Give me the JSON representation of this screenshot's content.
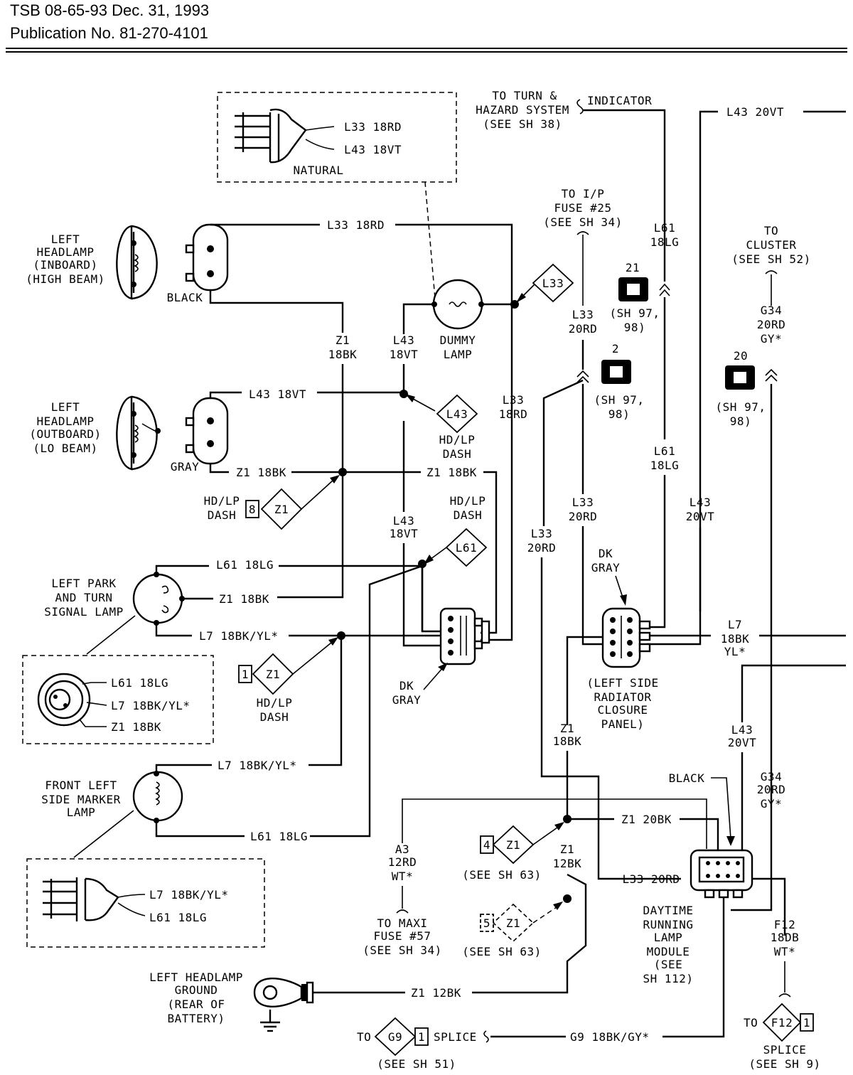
{
  "header": {
    "line1": "TSB 08-65-93 Dec. 31, 1993",
    "line2": "Publication No. 81-270-4101"
  },
  "labels": {
    "natural_l33": "L33 18RD",
    "natural_l43": "L43 18VT",
    "natural": "NATURAL",
    "turn_1": "TO TURN &",
    "turn_2": "HAZARD SYSTEM",
    "turn_3": "(SEE SH 38)",
    "indicator": "INDICATOR",
    "l43_20vt_top": "L43 20VT",
    "fuse25_1": "TO I/P",
    "fuse25_2": "FUSE #25",
    "fuse25_3": "(SEE SH 34)",
    "l61_a": "L61",
    "l61_b": "18LG",
    "cluster_1": "TO",
    "cluster_2": "CLUSTER",
    "cluster_3": "(SEE SH 52)",
    "lh_in_1": "LEFT",
    "lh_in_2": "HEADLAMP",
    "lh_in_3": "(INBOARD)",
    "lh_in_4": "(HIGH BEAM)",
    "black1": "BLACK",
    "l33_18rd_top": "L33 18RD",
    "diamond_l33": "L33",
    "c21_num": "21",
    "c21_ref1": "(SH 97,",
    "c21_ref2": "98)",
    "l33_a": "L33",
    "l33_20rd": "20RD",
    "g34": "G34",
    "g34_20rd": "20RD",
    "g34_gy": "GY*",
    "z1": "Z1",
    "z1_18bk": "18BK",
    "l43_a": "L43",
    "l43_18vt": "18VT",
    "dummy_1": "DUMMY",
    "dummy_2": "LAMP",
    "c2_num": "2",
    "c2_ref1": "(SH 97,",
    "c2_ref2": "98)",
    "c20_num": "20",
    "c20_ref1": "(SH 97,",
    "c20_ref2": "98)",
    "lh_out_1": "LEFT",
    "lh_out_2": "HEADLAMP",
    "lh_out_3": "(OUTBOARD)",
    "lh_out_4": "(LO BEAM)",
    "l43_18vt_wire": "L43 18VT",
    "diamond_l43": "L43",
    "hdlp_1": "HD/LP",
    "hdlp_2": "DASH",
    "l33_b": "L33",
    "l33_18rd": "18RD",
    "gray": "GRAY",
    "z1_18bk_wire": "Z1 18BK",
    "z1_18bk_wire2": "Z1 18BK",
    "l61_c": "L61",
    "l61_d": "18LG",
    "l33_c": "L33",
    "l33_20rd_c": "20RD",
    "l43_b": "L43",
    "l43_20vt": "20VT",
    "hdlp_3": "HD/LP",
    "hdlp_4": "DASH",
    "diamond_8": "8",
    "diamond_z1": "Z1",
    "hdlp_5": "HD/LP",
    "hdlp_6": "DASH",
    "l43_c": "L43",
    "l43_18vt_c": "18VT",
    "diamond_l61": "L61",
    "l33_d": "L33",
    "l33_20rd_d": "20RD",
    "dk_gray_1": "DK",
    "dk_gray_2": "GRAY",
    "park_1": "LEFT PARK",
    "park_2": "AND TURN",
    "park_3": "SIGNAL LAMP",
    "l61_18lg_wire": "L61 18LG",
    "z1_18bk_wire3": "Z1 18BK",
    "l7_wire": "L7 18BK/YL*",
    "l7_a": "L7",
    "l7_b": "18BK",
    "l7_c": "YL*",
    "inset_l61": "L61 18LG",
    "inset_l7": "L7 18BK/YL*",
    "inset_z1": "Z1 18BK",
    "diamond_1": "1",
    "diamond_z1b": "Z1",
    "hdlp_7": "HD/LP",
    "hdlp_8": "DASH",
    "dk_gray_3": "DK",
    "dk_gray_4": "GRAY",
    "rad_1": "(LEFT SIDE",
    "rad_2": "RADIATOR",
    "rad_3": "CLOSURE",
    "rad_4": "PANEL)",
    "z1_e": "Z1",
    "z1_18bk_e": "18BK",
    "l43_d": "L43",
    "l43_20vt_d": "20VT",
    "black2": "BLACK",
    "g34_b": "G34",
    "g34_20rd_b": "20RD",
    "g34_gy_b": "GY*",
    "marker_1": "FRONT LEFT",
    "marker_2": "SIDE MARKER",
    "marker_3": "LAMP",
    "l7_wire2": "L7 18BK/YL*",
    "l61_18lg_wire2": "L61 18LG",
    "a3_1": "A3",
    "a3_2": "12RD",
    "a3_3": "WT*",
    "z1_20bk": "Z1 20BK",
    "diamond_4": "4",
    "diamond_z1c": "Z1",
    "see_sh63": "(SEE SH 63)",
    "z1_f": "Z1",
    "z1_12bk": "12BK",
    "l33_20rd_wire": "L33 20RD",
    "inset2_l7": "L7 18BK/YL*",
    "inset2_l61": "L61 18LG",
    "maxi_1": "TO MAXI",
    "maxi_2": "FUSE #57",
    "maxi_3": "(SEE SH 34)",
    "diamond_5": "5",
    "diamond_z1d": "Z1",
    "see_sh63b": "(SEE SH 63)",
    "drl_1": "DAYTIME",
    "drl_2": "RUNNING",
    "drl_3": "LAMP",
    "drl_4": "MODULE",
    "drl_5": "(SEE",
    "drl_6": "SH 112)",
    "f12_1": "F12",
    "f12_2": "18DB",
    "f12_3": "WT*",
    "gnd_1": "LEFT HEADLAMP",
    "gnd_2": "GROUND",
    "gnd_3": "(REAR OF",
    "gnd_4": "BATTERY)",
    "z1_12bk_wire": "Z1 12BK",
    "to_g9": "TO",
    "diamond_g9": "G9",
    "diamond_g9_num": "1",
    "splice": "SPLICE",
    "g9_wire": "G9 18BK/GY*",
    "see_sh51": "(SEE SH 51)",
    "to_f12": "TO",
    "diamond_f12": "F12",
    "diamond_f12_num": "1",
    "splice_2": "SPLICE",
    "see_sh9": "(SEE SH 9)"
  }
}
